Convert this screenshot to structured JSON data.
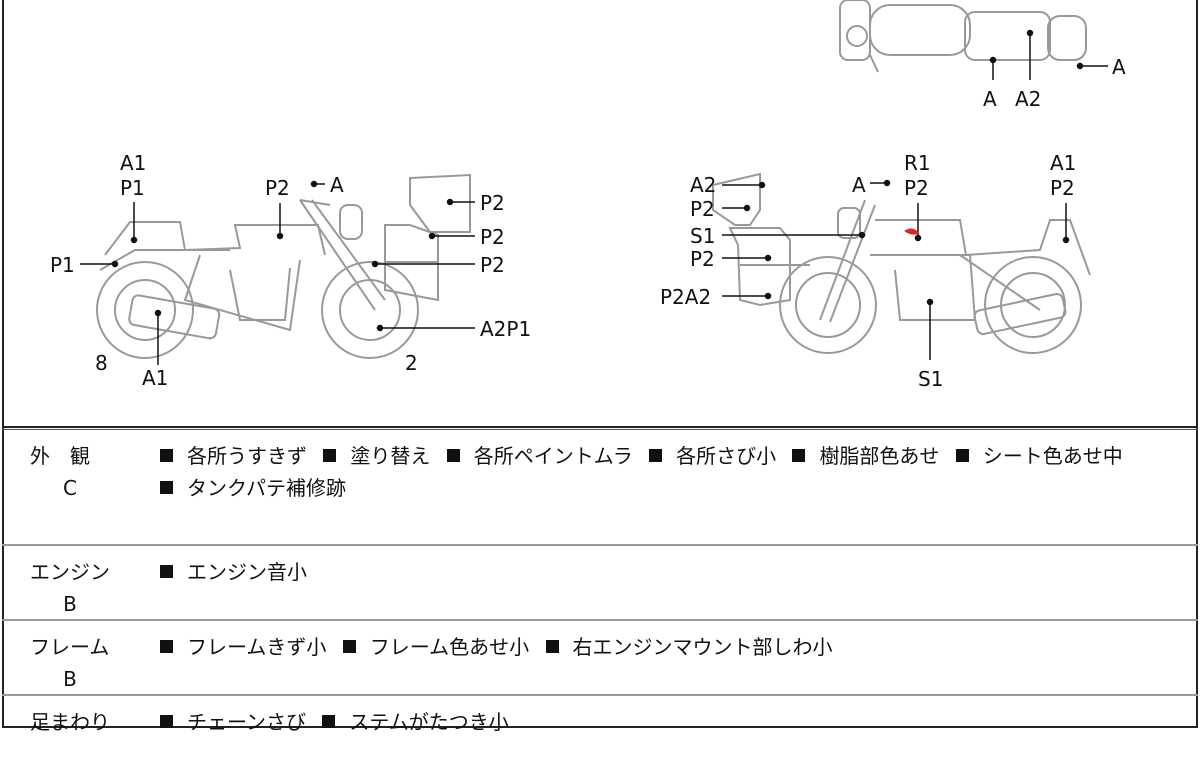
{
  "diagram": {
    "top_view": {
      "labels": [
        "A",
        "A2",
        "A"
      ]
    },
    "left_view": {
      "labels": [
        "A1",
        "P1",
        "P2",
        "A",
        "P2",
        "P2",
        "P2",
        "P1",
        "A2P1",
        "8",
        "A1",
        "2"
      ]
    },
    "right_view": {
      "labels": [
        "A2",
        "P2",
        "S1",
        "P2",
        "P2A2",
        "A",
        "R1",
        "P2",
        "A1",
        "P2",
        "S1"
      ]
    },
    "damage_mark_color": "#d42a2a"
  },
  "sections": [
    {
      "name": "外　観",
      "grade": "C",
      "items": [
        "各所うすきず",
        "塗り替え",
        "各所ペイントムラ",
        "各所さび小",
        "樹脂部色あせ",
        "シート色あせ中",
        "タンクパテ補修跡"
      ]
    },
    {
      "name": "エンジン",
      "grade": "B",
      "items": [
        "エンジン音小"
      ]
    },
    {
      "name": "フレーム",
      "grade": "B",
      "items": [
        "フレームきず小",
        "フレーム色あせ小",
        "右エンジンマウント部しわ小"
      ]
    },
    {
      "name": "足まわり",
      "grade": "",
      "items": [
        "チェーンさび",
        "ステムがたつき小"
      ]
    }
  ]
}
